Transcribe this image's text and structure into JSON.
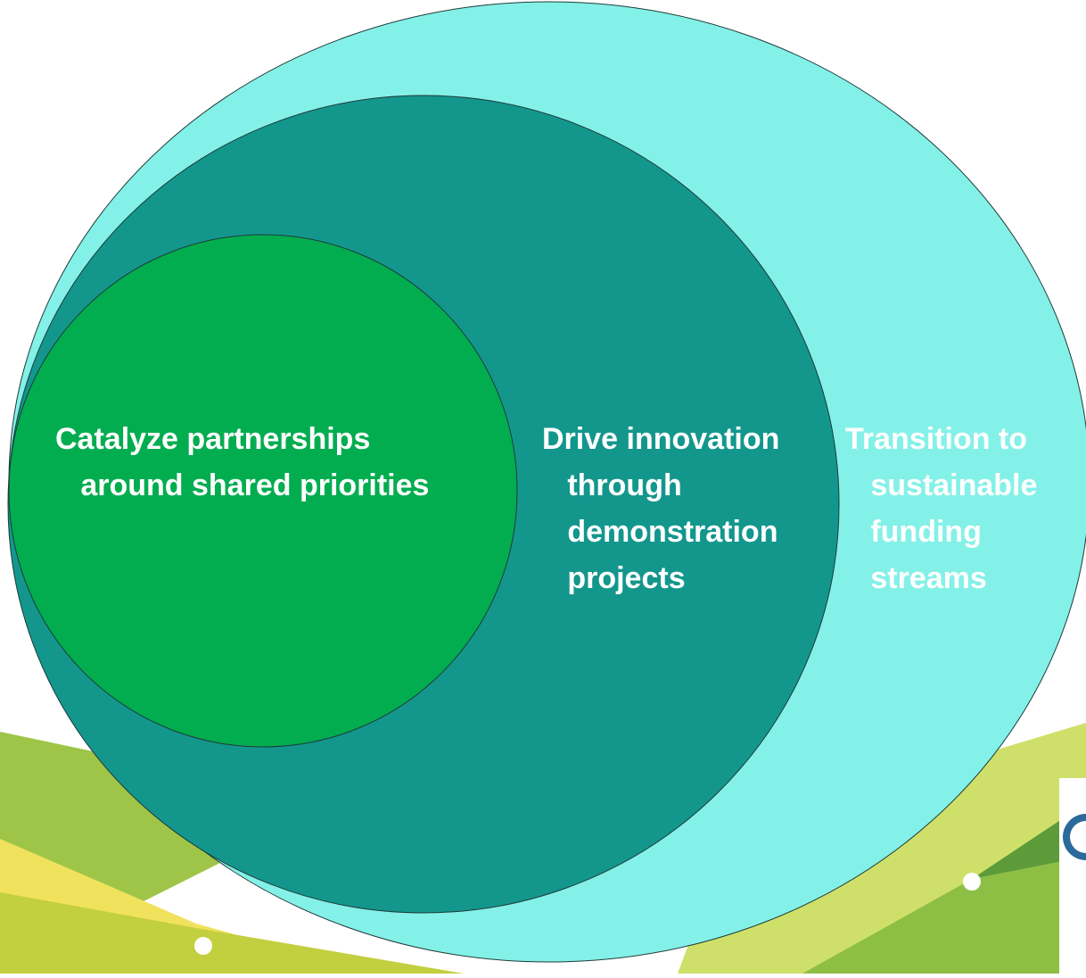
{
  "diagram": {
    "circles": [
      {
        "id": "outer",
        "text": "Transition to\n   sustainable\n   funding\n   streams",
        "fill": "#84f1e8"
      },
      {
        "id": "middle",
        "text": "Drive innovation\n   through\n   demonstration\n   projects",
        "fill": "#13978d"
      },
      {
        "id": "inner",
        "text": "Catalyze partnerships\n   around shared priorities",
        "fill": "#02ad4f"
      }
    ],
    "text_color": "#ffffff",
    "outline_color": "#1f3b39"
  },
  "background": {
    "band_colors": [
      "#9ec548",
      "#f3e56a",
      "#c8d84a",
      "#6fa83a"
    ]
  }
}
